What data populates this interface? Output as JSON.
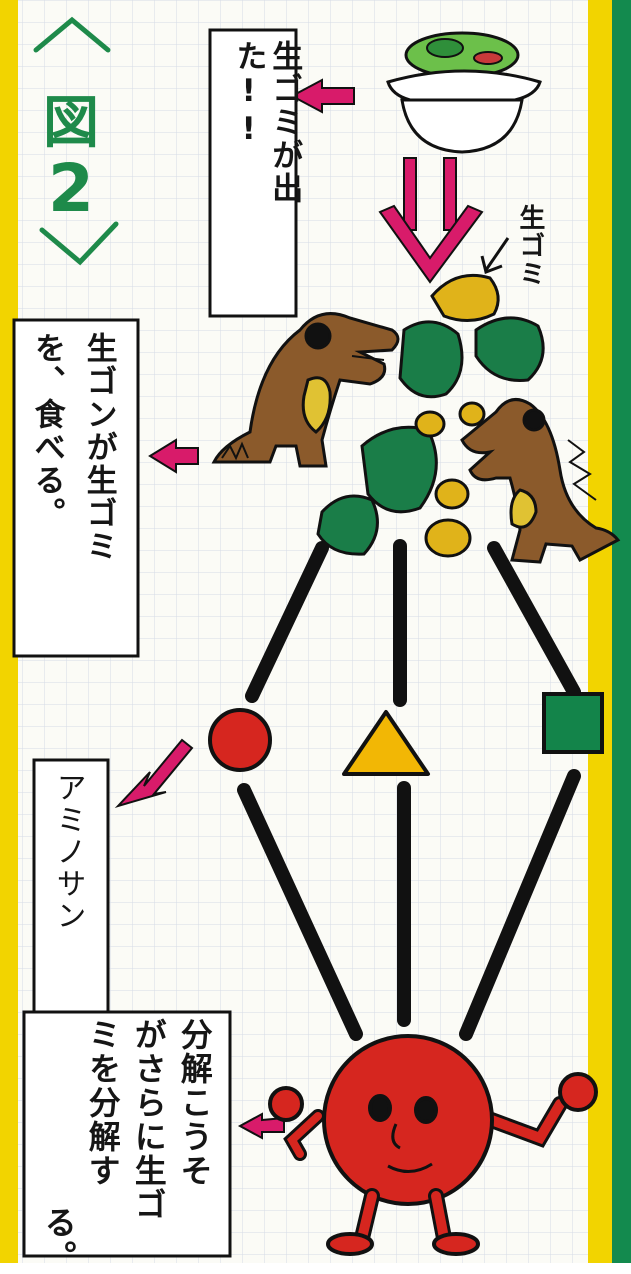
{
  "figure": {
    "label": "図",
    "number": "2"
  },
  "boxes": {
    "garbage_out": "生ゴミが出た!!",
    "gon_eats_line1": "生ゴンが生ゴミ",
    "gon_eats_line2": "を、食べる。",
    "amino_acid": "アミノサン",
    "decomposer_line1": "分解こうそ",
    "decomposer_line2": "がさらに生ゴ",
    "decomposer_line3": "ミを分解す",
    "decomposer_line4": "る。"
  },
  "labels": {
    "raw_garbage": "生ゴミ"
  },
  "colors": {
    "yellow_border": "#f2d400",
    "green_border": "#138a4e",
    "pink_arrow": "#d81b6a",
    "dino_brown": "#8b5a2b",
    "lump_green": "#1a7d48",
    "piece_gold": "#e0b31a",
    "ball_red": "#d6261f",
    "triangle_yellow": "#f2b705",
    "square_green": "#13844a",
    "title_green": "#1e8a4a"
  }
}
